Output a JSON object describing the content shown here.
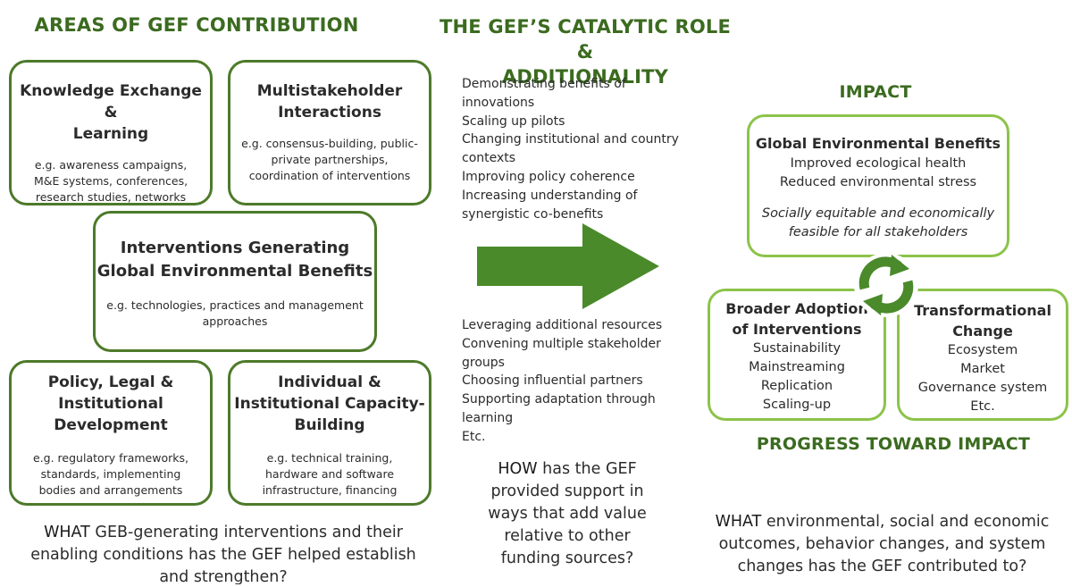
{
  "col1": {
    "heading": "AREAS OF GEF CONTRIBUTION",
    "boxes": {
      "knowledge": {
        "title_lines": [
          "Knowledge Exchange &",
          "Learning"
        ],
        "sub_lines": [
          "e.g. awareness campaigns,",
          "M&E systems, conferences,",
          "research studies, networks"
        ]
      },
      "multistakeholder": {
        "title_lines": [
          "Multistakeholder",
          "Interactions"
        ],
        "sub_lines": [
          "e.g. consensus-building, public-",
          "private partnerships,",
          "coordination of interventions"
        ]
      },
      "interventions": {
        "title_lines": [
          "Interventions Generating",
          "Global Environmental Benefits"
        ],
        "sub_lines": [
          "e.g. technologies, practices and management",
          "approaches"
        ]
      },
      "policy": {
        "title_lines": [
          "Policy, Legal &",
          "Institutional",
          "Development"
        ],
        "sub_lines": [
          "e.g. regulatory frameworks,",
          "standards, implementing",
          "bodies and arrangements"
        ]
      },
      "capacity": {
        "title_lines": [
          "Individual &",
          "Institutional Capacity-",
          "Building"
        ],
        "sub_lines": [
          "e.g. technical training,",
          "hardware and software",
          "infrastructure, financing"
        ]
      }
    },
    "question": {
      "strong": "WHAT",
      "rest_line1": " GEB-generating interventions and their",
      "line2": "enabling conditions has the GEF helped establish",
      "line3": "and strengthen?"
    }
  },
  "col2": {
    "heading_lines": [
      "THE GEF’S CATALYTIC ROLE &",
      "ADDITIONALITY"
    ],
    "list_top": [
      "Demonstrating benefits of",
      "innovations",
      "Scaling up pilots",
      "Changing institutional and country",
      "contexts",
      "Improving policy coherence",
      "Increasing understanding of",
      "synergistic co-benefits"
    ],
    "list_bottom": [
      "Leveraging additional resources",
      "Convening multiple stakeholder",
      "groups",
      "Choosing influential partners",
      "Supporting adaptation through",
      "learning",
      "Etc."
    ],
    "question": {
      "strong": "HOW",
      "rest_line1": " has the GEF",
      "lines": [
        "provided support in",
        "ways that add value",
        "relative to other",
        "funding sources?"
      ]
    }
  },
  "col3": {
    "heading": "IMPACT",
    "progress_heading": "PROGRESS TOWARD IMPACT",
    "geb": {
      "title": "Global Environmental Benefits",
      "lines": [
        "Improved ecological health",
        "Reduced environmental stress"
      ],
      "italic_lines": [
        "Socially equitable and economically",
        "feasible for all stakeholders"
      ]
    },
    "broader": {
      "title_lines": [
        "Broader Adoption",
        "of Interventions"
      ],
      "lines": [
        "Sustainability",
        "Mainstreaming",
        "Replication",
        "Scaling-up"
      ]
    },
    "transform": {
      "title_lines": [
        "Transformational",
        "Change"
      ],
      "lines": [
        "Ecosystem",
        "Market",
        "Governance system",
        "Etc."
      ]
    },
    "question": {
      "strong": "WHAT",
      "rest_line1": " environmental, social and economic",
      "line2": "outcomes, behavior changes, and system",
      "line3": "changes has the GEF contributed to?"
    }
  },
  "colors": {
    "dark_green": "#4d7a2a",
    "light_green": "#8cc34a",
    "arrow_green": "#4a8a2a",
    "heading_green": "#3b6b1f"
  },
  "icons": {
    "arrow": "right-arrow-icon",
    "cycle": "refresh-cycle-icon"
  }
}
